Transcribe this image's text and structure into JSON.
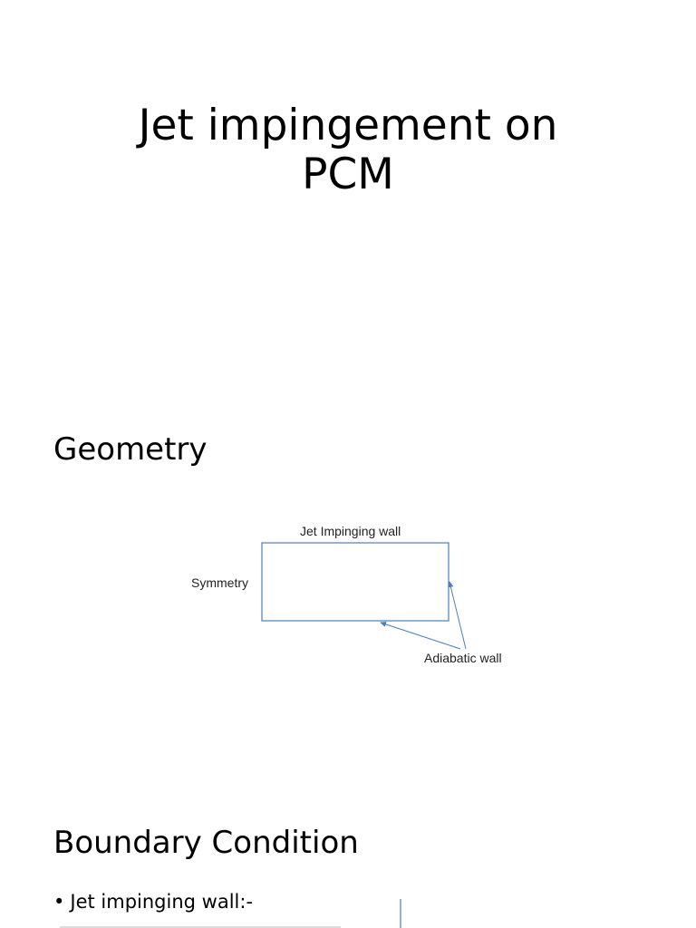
{
  "slide1": {
    "title_line1": "Jet impingement on",
    "title_line2": "PCM"
  },
  "slide2": {
    "heading": "Geometry",
    "diagram": {
      "top_label": "Jet Impinging wall",
      "left_label": "Symmetry",
      "bottom_label": "Adiabatic wall",
      "line_color": "#4a7ebb"
    }
  },
  "slide3": {
    "heading": "Boundary Condition",
    "bullet_marker": "•",
    "bullet_text": "Jet impinging wall:-"
  }
}
